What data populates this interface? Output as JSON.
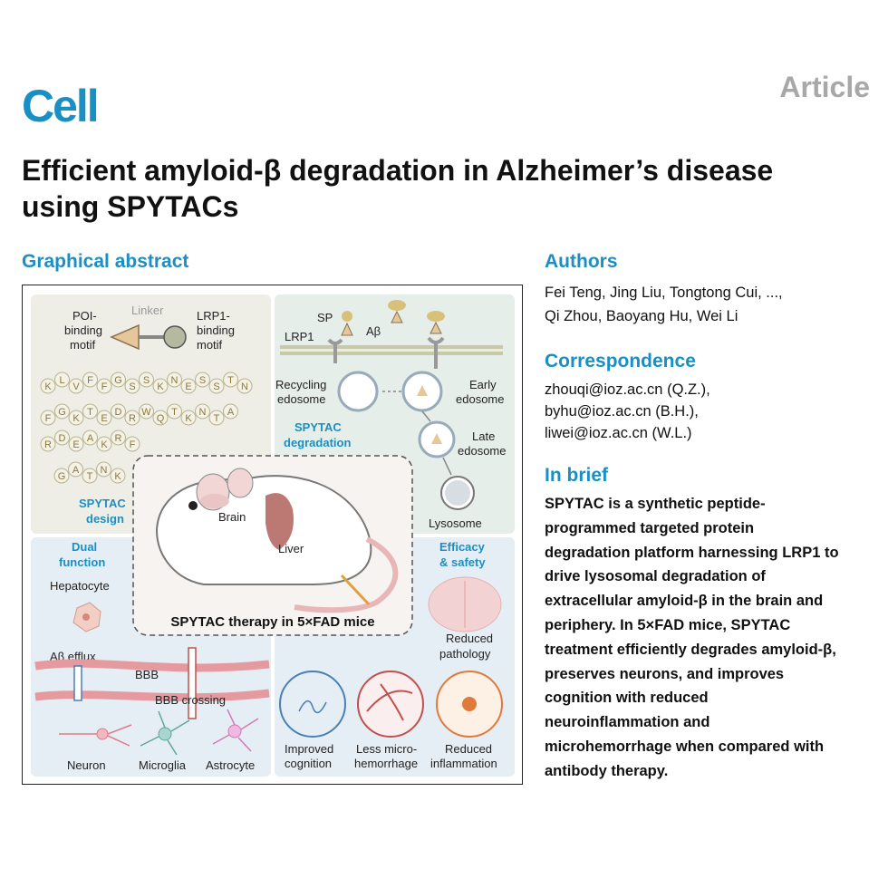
{
  "header": {
    "journal": "Cell",
    "article_type": "Article",
    "title": "Efficient amyloid-β degradation in Alzheimer’s disease using SPYTACs"
  },
  "sections": {
    "graphical_abstract": "Graphical abstract",
    "authors": "Authors",
    "correspondence": "Correspondence",
    "in_brief": "In brief"
  },
  "authors": {
    "line1": "Fei Teng, Jing Liu, Tongtong Cui, ...,",
    "line2": "Qi Zhou, Baoyang Hu, Wei Li"
  },
  "correspondence": [
    "zhouqi@ioz.ac.cn (Q.Z.),",
    "byhu@ioz.ac.cn (B.H.),",
    "liwei@ioz.ac.cn (W.L.)"
  ],
  "in_brief": [
    "SPYTAC is a synthetic peptide-",
    "programmed targeted protein",
    "degradation platform harnessing LRP1 to",
    "drive lysosomal degradation of",
    "extracellular amyloid-β in the brain and",
    "periphery. In 5×FAD mice, SPYTAC",
    "treatment efficiently degrades amyloid-β,",
    "preserves neurons, and improves",
    "cognition with reduced",
    "neuroinflammation and",
    "microhemorrhage when compared with",
    "antibody therapy."
  ],
  "graphical_abstract": {
    "design": {
      "linker": "Linker",
      "poi_1": "POI-",
      "poi_2": "binding",
      "poi_3": "motif",
      "lrp_1": "LRP1-",
      "lrp_2": "binding",
      "lrp_3": "motif",
      "title_1": "SPYTAC",
      "title_2": "design",
      "seq_row1": [
        "K",
        "L",
        "V",
        "F",
        "F",
        "G",
        "S",
        "S",
        "K",
        "N",
        "E",
        "S",
        "S",
        "T",
        "N"
      ],
      "seq_row2": [
        "F",
        "G",
        "K",
        "T",
        "E",
        "D",
        "R",
        "W",
        "Q",
        "T",
        "K",
        "N",
        "T",
        "A"
      ],
      "seq_row3": [
        "R",
        "D",
        "E",
        "A",
        "K",
        "R",
        "F"
      ],
      "seq_row4": [
        "G",
        "A",
        "T",
        "N",
        "K"
      ]
    },
    "degradation": {
      "sp": "SP",
      "abeta": "Aβ",
      "lrp1": "LRP1",
      "recycling_1": "Recycling",
      "recycling_2": "edosome",
      "early_1": "Early",
      "early_2": "edosome",
      "late_1": "Late",
      "late_2": "edosome",
      "lysosome": "Lysosome",
      "title_1": "SPYTAC",
      "title_2": "degradation"
    },
    "center": {
      "brain": "Brain",
      "liver": "Liver",
      "caption": "SPYTAC therapy in 5×FAD mice"
    },
    "dual": {
      "title_1": "Dual",
      "title_2": "function",
      "hepatocyte": "Hepatocyte",
      "efflux": "Aβ efflux",
      "bbb": "BBB",
      "crossing": "BBB crossing",
      "neuron": "Neuron",
      "microglia": "Microglia",
      "astrocyte": "Astrocyte"
    },
    "efficacy": {
      "title_1": "Efficacy",
      "title_2": "& safety",
      "path_1": "Reduced",
      "path_2": "pathology",
      "cog_1": "Improved",
      "cog_2": "cognition",
      "hem_1": "Less micro-",
      "hem_2": "hemorrhage",
      "inf_1": "Reduced",
      "inf_2": "inflammation"
    }
  }
}
